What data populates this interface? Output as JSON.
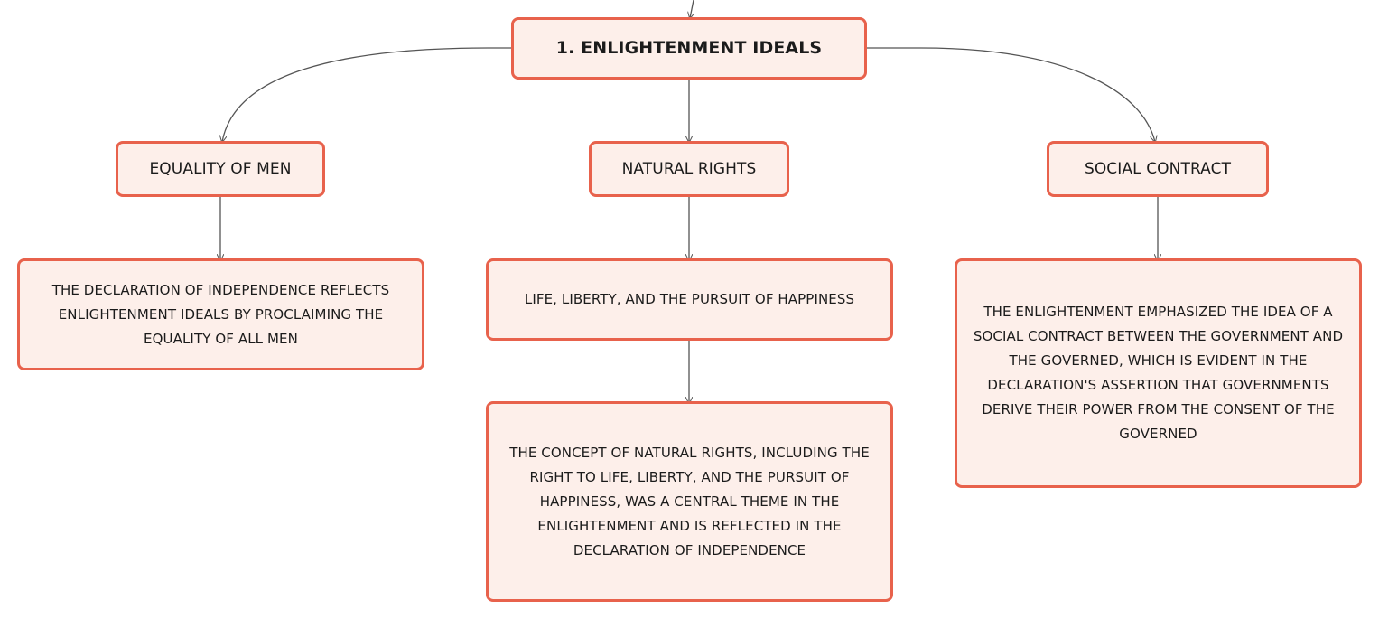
{
  "root": {
    "label": "1. ENLIGHTENMENT IDEALS"
  },
  "branches": [
    {
      "label": "EQUALITY OF MEN",
      "details": [
        "THE DECLARATION OF INDEPENDENCE REFLECTS ENLIGHTENMENT IDEALS BY PROCLAIMING THE EQUALITY OF ALL MEN"
      ]
    },
    {
      "label": "NATURAL RIGHTS",
      "details": [
        "LIFE, LIBERTY, AND THE PURSUIT OF HAPPINESS",
        "THE CONCEPT OF NATURAL RIGHTS, INCLUDING THE RIGHT TO LIFE, LIBERTY, AND THE PURSUIT OF HAPPINESS, WAS A CENTRAL THEME IN THE ENLIGHTENMENT AND IS REFLECTED IN THE DECLARATION OF INDEPENDENCE"
      ]
    },
    {
      "label": "SOCIAL CONTRACT",
      "details": [
        "THE ENLIGHTENMENT EMPHASIZED THE IDEA OF A SOCIAL CONTRACT BETWEEN THE GOVERNMENT AND THE GOVERNED, WHICH IS EVIDENT IN THE DECLARATION'S ASSERTION THAT GOVERNMENTS DERIVE THEIR POWER FROM THE CONSENT OF THE GOVERNED"
      ]
    }
  ],
  "colors": {
    "node_fill": "#fdefea",
    "node_border": "#e8624c",
    "connector": "#555555",
    "text": "#1b1b1b"
  }
}
